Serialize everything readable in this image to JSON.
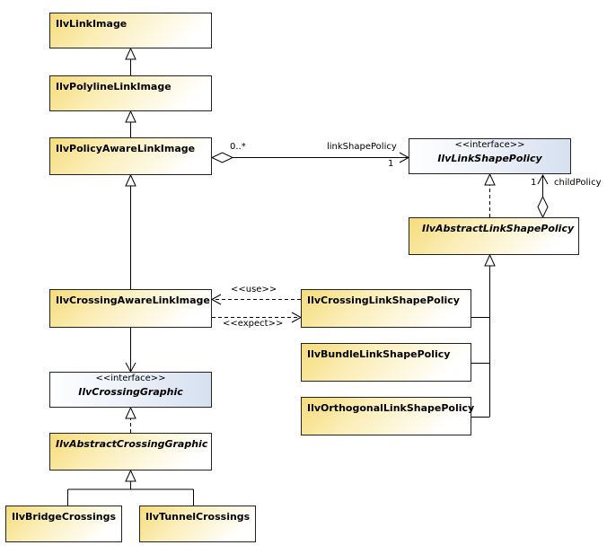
{
  "classes": {
    "link_image": "IlvLinkImage",
    "polyline_link_image": "IlvPolylineLinkImage",
    "policy_aware_link_image": "IlvPolicyAwareLinkImage",
    "crossing_aware_link_image": "IlvCrossingAwareLinkImage",
    "abstract_crossing_graphic": "IlvAbstractCrossingGraphic",
    "bridge_crossings": "IlvBridgeCrossings",
    "tunnel_crossings": "IlvTunnelCrossings",
    "abstract_link_shape_policy": "IlvAbstractLinkShapePolicy",
    "crossing_link_shape_policy": "IlvCrossingLinkShapePolicy",
    "bundle_link_shape_policy": "IlvBundleLinkShapePolicy",
    "orthogonal_link_shape_policy": "IlvOrthogonalLinkShapePolicy"
  },
  "interfaces": {
    "stereotype": "<<interface>>",
    "link_shape_policy": "IlvLinkShapePolicy",
    "crossing_graphic": "IlvCrossingGraphic"
  },
  "associations": {
    "multiplicity_many": "0..*",
    "link_shape_policy_role": "linkShapePolicy",
    "multiplicity_one": "1",
    "child_multiplicity": "1",
    "child_policy_role": "childPolicy",
    "use_label": "<<use>>",
    "expect_label": "<<expect>>"
  }
}
